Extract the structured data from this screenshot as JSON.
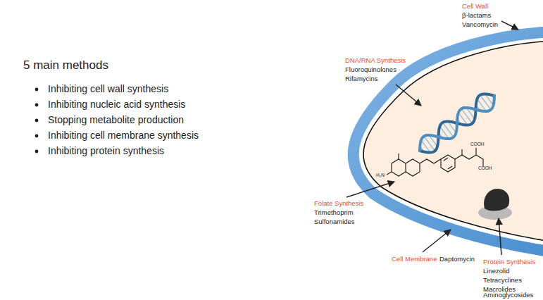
{
  "diagram": {
    "title": "5 main methods",
    "labels": [
      "Inhibiting cell wall synthesis",
      "Inhibiting nucleic acid synthesis",
      "Stopping metabolite production",
      "Inhibiting cell membrane synthesis",
      "Inhibiting protein synthesis",
      "Cell Wall",
      "β-lactams",
      "Vancomycin",
      "DNA/RNA Synthesis",
      "Fluoroquinolones",
      "Rifamycins",
      "Folate Synthesis",
      "Trimethoprim",
      "Sulfonamides",
      "Cell Membrane",
      "Daptomycin",
      "Protein Synthesis",
      "Linezolid",
      "Tetracyclines",
      "Macrolides",
      "Aminoglycosides",
      "COOH",
      "COOH",
      "H₂N"
    ]
  }
}
